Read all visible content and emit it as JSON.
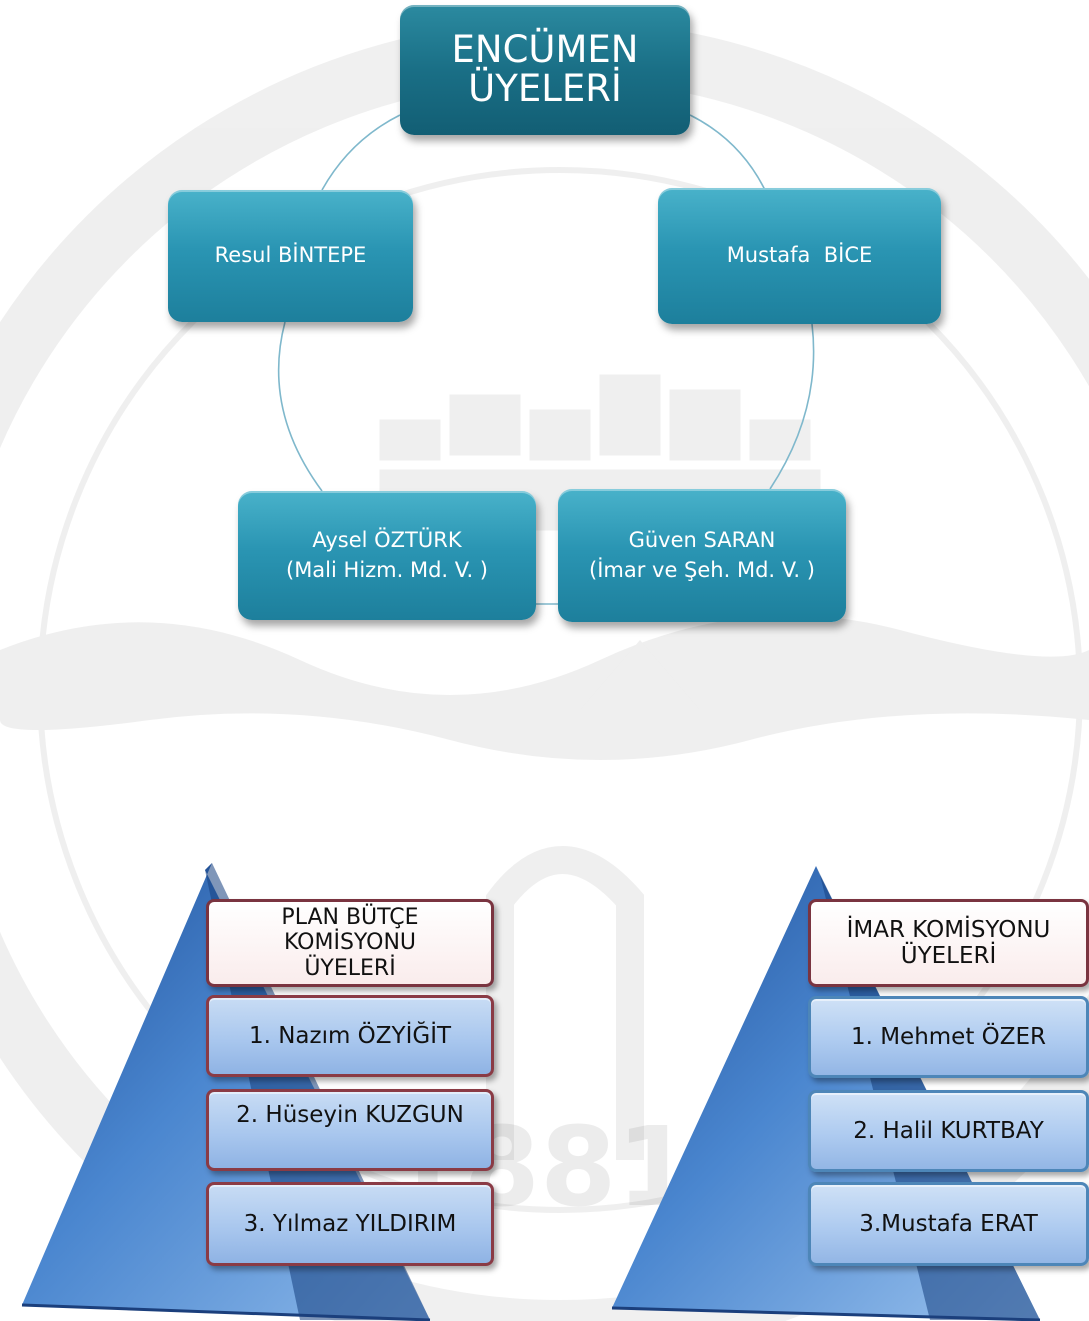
{
  "encumen": {
    "title_lines": [
      "ENCÜMEN",
      "ÜYELERİ"
    ],
    "members": [
      {
        "lines": [
          "Resul BİNTEPE"
        ]
      },
      {
        "lines": [
          "Mustafa  BİCE"
        ]
      },
      {
        "lines": [
          "Aysel ÖZTÜRK",
          "(Mali Hizm. Md. V. )"
        ]
      },
      {
        "lines": [
          "Güven SARAN",
          "(İmar ve Şeh. Md. V. )"
        ]
      }
    ]
  },
  "plan_butce": {
    "title_lines": [
      "PLAN BÜTÇE",
      "KOMİSYONU",
      "ÜYELERİ"
    ],
    "items": [
      "1. Nazım ÖZYİĞİT",
      "2. Hüseyin KUZGUN",
      "3. Yılmaz YILDIRIM"
    ]
  },
  "imar": {
    "title_lines": [
      "İMAR KOMİSYONU",
      "ÜYELERİ"
    ],
    "items": [
      "1. Mehmet ÖZER",
      "2. Halil KURTBAY",
      "3.Mustafa ERAT"
    ]
  },
  "watermark": {
    "text": "1881"
  },
  "colors": {
    "teal_box": "#2a95b3",
    "teal_box_dark": "#1a6f86",
    "pyramid_blue": "#2f68b8",
    "item_blue": "#a9c7ee",
    "item_border": "#8a3b45",
    "header_fill": "#faecec",
    "connector": "#7fb8cc"
  }
}
